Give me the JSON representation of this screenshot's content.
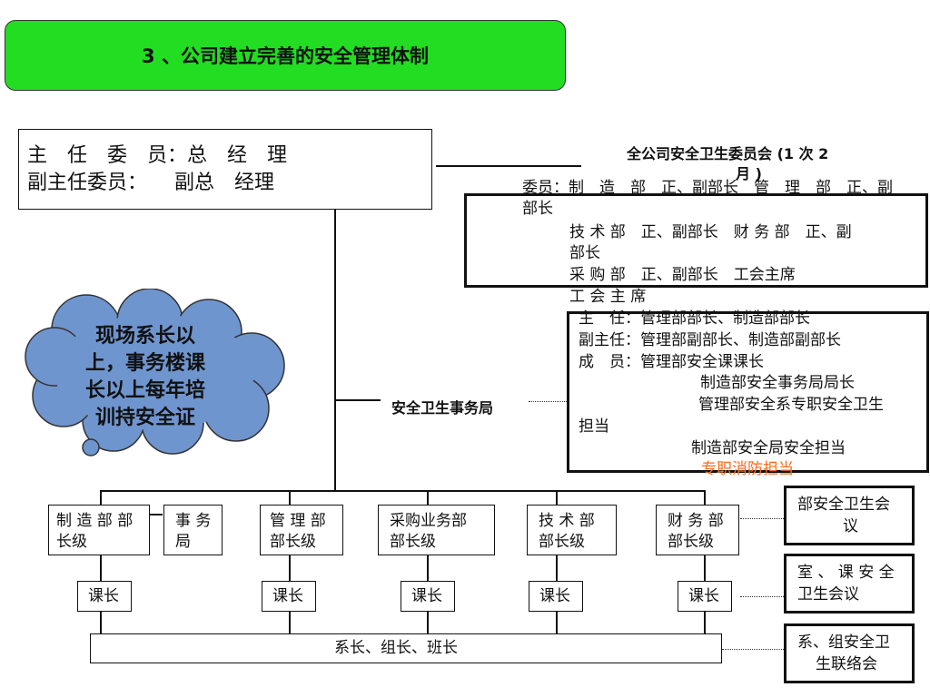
{
  "title": "3 、公司建立完善的安全管理体制",
  "chairman": {
    "line1_label": "主　任　委　员：",
    "line1_value": "总　经　理",
    "line2_label": "副主任委员：",
    "line2_value": "副总　经理"
  },
  "committee": {
    "name": "全公司安全卫生委员会 (1 次 2",
    "name_cont": "月 )",
    "members_label": "委员：",
    "members_row1": "制　造　部　正、副部长　管　理　部　正、副",
    "members_row1b": "部长",
    "members_row2": "技 术 部　正、副部长　财 务 部　正、副",
    "members_row2b": "部长",
    "members_row3": "采 购 部　正、副部长　工会主席",
    "members_row4": "工 会 主 席"
  },
  "bureau": {
    "name": "安全卫生事务局",
    "director": "主　任：管理部部长、制造部部长",
    "deputy": "副主任：管理部副部长、制造部副部长",
    "members_label": "成　员：",
    "member1": "管理部安全课课长",
    "member2": "制造部安全事务局局长",
    "member3": "管理部安全系专职安全卫生",
    "member3b": "担当",
    "member4": "制造部安全局安全担当",
    "member5": "专职消防担当"
  },
  "cloud": {
    "lines": [
      "现场系长以",
      "上，事务楼课",
      "长以上每年培",
      "训持安全证"
    ]
  },
  "departments": [
    {
      "line1": "制 造 部 部",
      "line2": "长级"
    },
    {
      "line1": "事 务",
      "line2": "局"
    },
    {
      "line1": "管 理 部",
      "line2": "部长级"
    },
    {
      "line1": "采购业务部",
      "line2": "部长级"
    },
    {
      "line1": "技 术 部",
      "line2": "部长级"
    },
    {
      "line1": "财 务 部",
      "line2": "部长级"
    }
  ],
  "section_chief": "课长",
  "bottom_bar": "系长、组长、班长",
  "meetings": [
    {
      "line1": "部安全卫生会",
      "line2": "议"
    },
    {
      "line1": "室 、 课 安 全",
      "line2": "卫生会议"
    },
    {
      "line1": "系、组安全卫",
      "line2": "生联络会"
    }
  ],
  "colors": {
    "title_bg": "#22dd22",
    "cloud_fill": "#6f95cf",
    "highlight_text": "#ff6a1a"
  }
}
